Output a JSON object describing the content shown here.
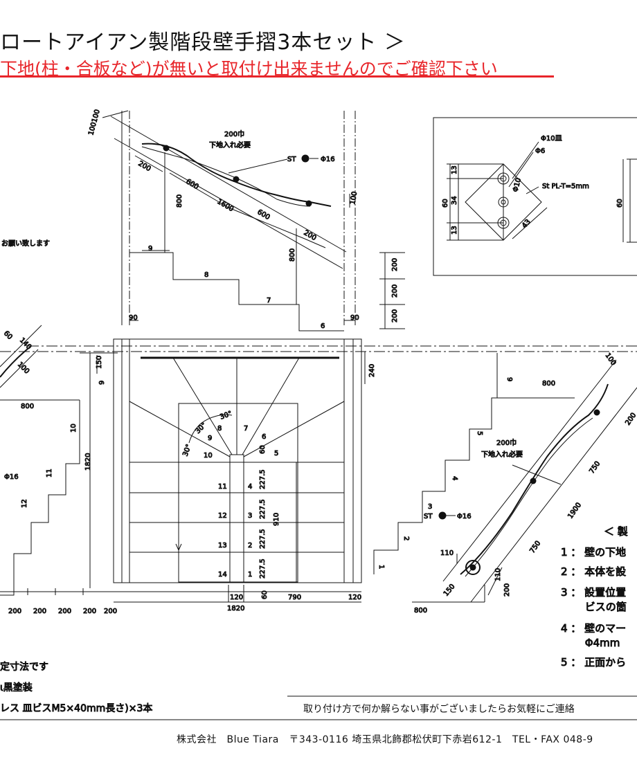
{
  "header": {
    "title": "ロートアイアン製階段壁手摺3本セット ＞",
    "warning": "下地(柱・合板など)が無いと取付け出来ませんのでご確認下さい"
  },
  "upper_detail": {
    "dim_100_100": "100100",
    "dim_200_left": "200",
    "dim_800_left": "800",
    "dim_600_a": "600",
    "dim_1600": "1600",
    "dim_600_b": "600",
    "dim_200_right": "200",
    "dim_100_right": "100",
    "dim_800_right": "800",
    "backing_width": "200巾",
    "backing_note": "下地入れ必要",
    "st_label": "ST",
    "st_dia": "Φ16",
    "steps": [
      "9",
      "8",
      "7",
      "6"
    ],
    "dim_90_a": "90",
    "dim_90_b": "90",
    "right_stack": [
      "200",
      "200",
      "200"
    ]
  },
  "bracket_detail": {
    "screw": "Φ10皿",
    "hole": "Φ6",
    "hole_inner": "Φ10",
    "plate": "St PL-T=5mm",
    "dim_13_top": "13",
    "dim_34": "34",
    "dim_13_bottom": "13",
    "dim_60": "60",
    "dim_43": "43",
    "dim_60_b": "60"
  },
  "left_section": {
    "request_text": "お願い致します",
    "dim_60": "60",
    "dim_140": "140",
    "dim_100": "100",
    "dim_800": "800",
    "dia": "Φ16",
    "steps": [
      "9",
      "10",
      "11",
      "12"
    ],
    "bottom_dims": [
      "200",
      "200",
      "200",
      "200",
      "200"
    ]
  },
  "plan": {
    "dim_150": "150",
    "dim_1820_v": "1820",
    "dim_240": "240",
    "angle_a": "30°",
    "angle_b": "30°",
    "angle_c": "30°",
    "steps_top": [
      "8",
      "7",
      "9",
      "6",
      "10",
      "5"
    ],
    "steps_left": [
      "11",
      "12",
      "13",
      "14"
    ],
    "steps_right": [
      "4",
      "3",
      "2",
      "1"
    ],
    "tread_dims": [
      "227.5",
      "227.5",
      "227.5",
      "227.5"
    ],
    "dim_910": "910",
    "dim_120_a": "120",
    "dim_60": "60",
    "dim_790": "790",
    "dim_120_b": "120",
    "dim_1820_h": "1820"
  },
  "right_section": {
    "dim_800_top": "800",
    "dim_100": "100",
    "dim_200": "200",
    "dim_750_a": "750",
    "dim_1900": "1900",
    "dim_750_b": "750",
    "backing_width": "200巾",
    "backing_note": "下地入れ必要",
    "st_label": "ST",
    "st_dia": "Φ16",
    "dim_110_a": "110",
    "dim_110_b": "110",
    "dim_150": "150",
    "dim_200_b": "200",
    "dim_800_bottom": "800",
    "steps": [
      "9",
      "5",
      "4",
      "3",
      "2",
      "1"
    ]
  },
  "procedure": {
    "heading": "＜ 製",
    "items": [
      "1 ： 壁の下地",
      "2 ： 本体を設",
      "3 ： 設置位置",
      "　　 ビスの箇",
      "4 ： 壁のマー",
      "　　 Φ4mm",
      "5 ： 正面から"
    ]
  },
  "notes": {
    "line1": "定寸法です",
    "line2": "ι黒塗装",
    "line3": "レス 皿ビスM5×40mm長さ)×3本"
  },
  "footer": {
    "contact": "取り付け方で何か解らない事がございましたらお気軽にご連絡",
    "company": "株式会社　Blue Tiara　〒343-0116 埼玉県北飾郡松伏町下赤岩612-1　TEL・FAX 048-9"
  },
  "colors": {
    "warning": "#e8252a",
    "line": "#111111"
  }
}
